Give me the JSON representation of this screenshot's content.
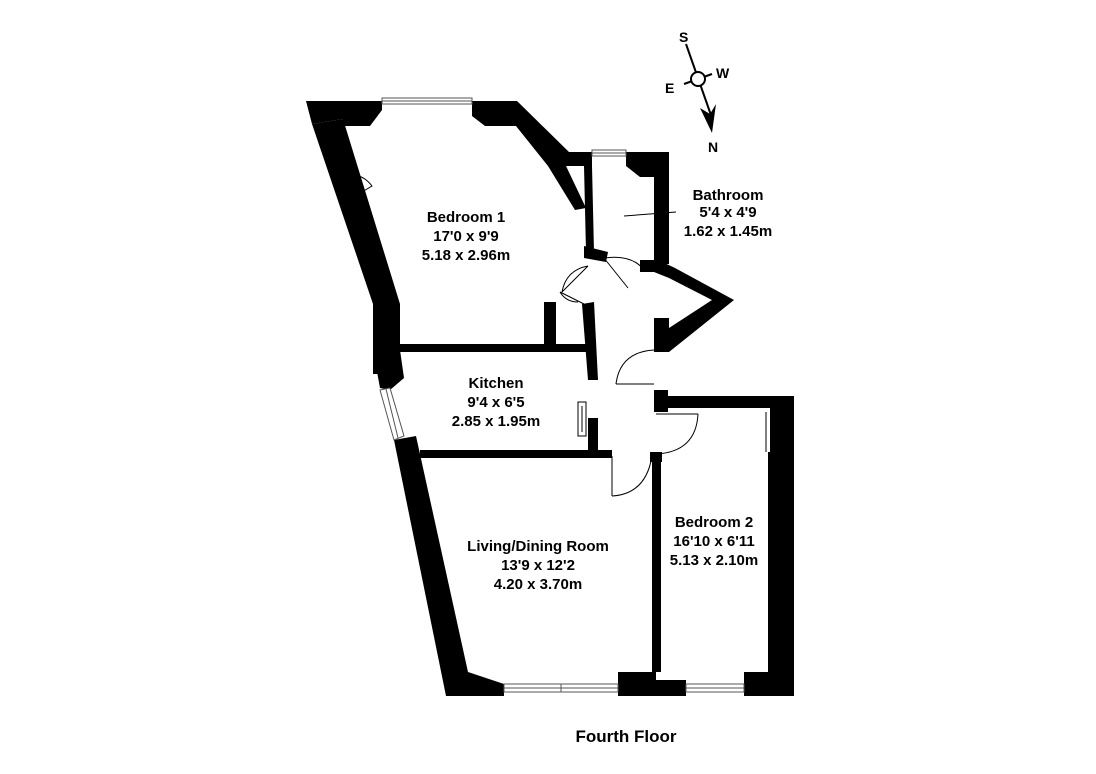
{
  "floor": {
    "title": "Fourth Floor"
  },
  "compass": {
    "top": "S",
    "left": "E",
    "right": "W",
    "bottom": "N"
  },
  "rooms": {
    "bedroom1": {
      "name": "Bedroom 1",
      "imperial": "17'0 x 9'9",
      "metric": "5.18 x 2.96m"
    },
    "bathroom": {
      "name": "Bathroom",
      "imperial": "5'4 x 4'9",
      "metric": "1.62 x 1.45m"
    },
    "kitchen": {
      "name": "Kitchen",
      "imperial": "9'4 x 6'5",
      "metric": "2.85 x 1.95m"
    },
    "living": {
      "name": "Living/Dining Room",
      "imperial": "13'9 x 12'2",
      "metric": "4.20 x 3.70m"
    },
    "bedroom2": {
      "name": "Bedroom 2",
      "imperial": "16'10 x 6'11",
      "metric": "5.13 x 2.10m"
    }
  }
}
